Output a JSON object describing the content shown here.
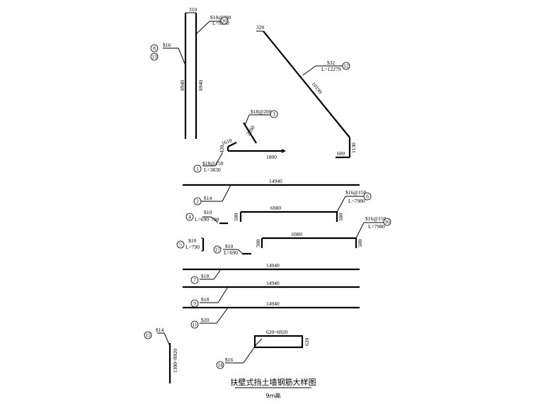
{
  "title": "扶壁式挡土墙钢筋大样图",
  "subtitle": "9m高",
  "bars": {
    "b10": {
      "num": "10",
      "spec": "$18@200",
      "length": "L=9250",
      "top": "310",
      "dim": "8940"
    },
    "b8_13": {
      "num_a": "8",
      "num_b": "13",
      "spec": "$16",
      "dim": "8940"
    },
    "b12": {
      "num": "12",
      "spec": "$32",
      "length": "L=12279",
      "top": "320",
      "diag": "10199",
      "right": "1130",
      "bottom": "600"
    },
    "b3": {
      "num": "3",
      "spec": "$18@200",
      "dim": "2280"
    },
    "b1": {
      "num": "1",
      "spec": "$18@150",
      "length": "L=3830",
      "hook": "420",
      "slope": "1610",
      "horiz": "1800"
    },
    "b2": {
      "num": "2",
      "spec": "$14",
      "dim": "14940"
    },
    "b6": {
      "num": "6",
      "spec": "$16@150",
      "length": "L=7980",
      "dim": "6980",
      "legs": "500"
    },
    "b4": {
      "num": "4",
      "spec": "$10",
      "length": "L=690",
      "extra": "790"
    },
    "b16": {
      "num": "16",
      "spec": "$16@150",
      "length": "L=7980",
      "dim": "6980",
      "legs": "500"
    },
    "b5": {
      "num": "5",
      "spec": "$10",
      "length": "L=790"
    },
    "b17": {
      "num": "17",
      "spec": "$10",
      "length": "L=690"
    },
    "b7": {
      "num": "7",
      "spec": "$18",
      "dim": "14940"
    },
    "b9": {
      "num": "9",
      "spec": "$18",
      "dim": "14940"
    },
    "b11": {
      "num": "11",
      "spec": "$20",
      "dim": "14940"
    },
    "b15": {
      "num": "15",
      "spec": "$14",
      "dim": "1300~8920"
    },
    "b14": {
      "num": "14",
      "spec": "$16",
      "dim": "620~6920",
      "side": "620"
    }
  }
}
